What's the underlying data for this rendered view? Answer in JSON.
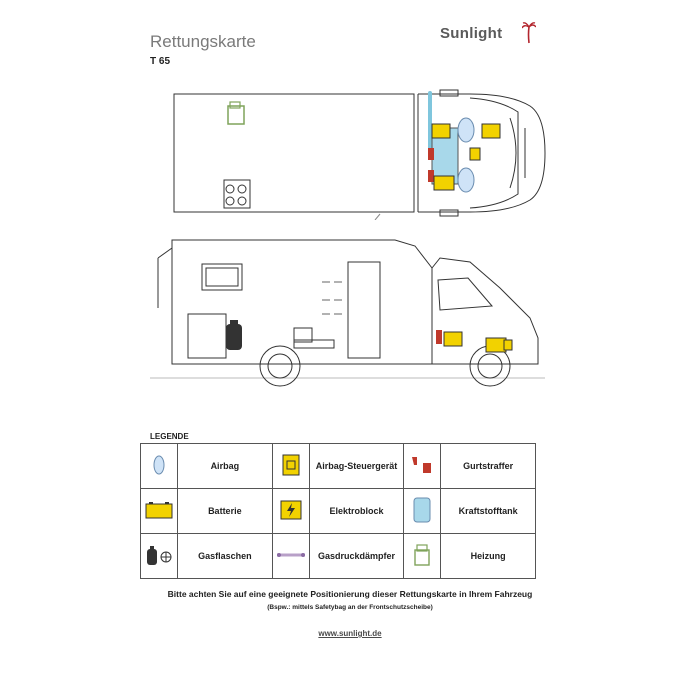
{
  "header": {
    "title": "Rettungskarte",
    "model": "T 65"
  },
  "logo": {
    "text": "Sunlight"
  },
  "legend": {
    "title": "LEGENDE",
    "rows": [
      [
        {
          "icon": "airbag-icon",
          "label": "Airbag"
        },
        {
          "icon": "airbag-control-unit-icon",
          "label": "Airbag-Steuergerät"
        },
        {
          "icon": "belt-tensioner-icon",
          "label": "Gurtstraffer"
        }
      ],
      [
        {
          "icon": "battery-icon",
          "label": "Batterie"
        },
        {
          "icon": "electro-block-icon",
          "label": "Elektroblock"
        },
        {
          "icon": "fuel-tank-icon",
          "label": "Kraftstofftank"
        }
      ],
      [
        {
          "icon": "gas-bottle-icon",
          "label": "Gasflaschen"
        },
        {
          "icon": "gas-spring-icon",
          "label": "Gasdruckdämpfer"
        },
        {
          "icon": "heater-icon",
          "label": "Heizung"
        }
      ]
    ]
  },
  "footer": {
    "note": "Bitte achten Sie auf eine geeignete Positionierung dieser Rettungskarte in Ihrem Fahrzeug",
    "subnote": "(Bspw.: mittels Safetybag an der Frontschutzscheibe)",
    "url": "www.sunlight.de"
  },
  "colors": {
    "battery": "#f2d200",
    "belt": "#c0392b",
    "fuel": "#a8d8ea",
    "airbag": "#cfe3f7",
    "heater": "#7fa35a",
    "gas_spring": "#b8a0c8"
  }
}
